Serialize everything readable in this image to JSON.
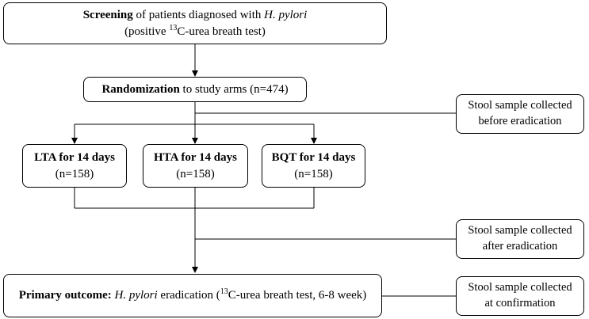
{
  "screening": {
    "bold": "Screening",
    "text_a": " of patients diagnosed with ",
    "species": "H. pylori",
    "line2_a": "(positive ",
    "isotope": "13",
    "line2_b": "C-urea breath test)"
  },
  "randomization": {
    "bold": "Randomization",
    "text": " to study arms (n=474)"
  },
  "arms": [
    {
      "title": "LTA for 14 days",
      "n": "(n=158)"
    },
    {
      "title": "HTA for 14 days",
      "n": "(n=158)"
    },
    {
      "title": "BQT for 14 days",
      "n": "(n=158)"
    }
  ],
  "outcome": {
    "bold": "Primary outcome:",
    "species": "H. pylori",
    "text_a": " eradication (",
    "isotope": "13",
    "text_b": "C-urea breath test, 6-8 week)"
  },
  "samples": [
    {
      "line1": "Stool sample collected",
      "line2": "before eradication"
    },
    {
      "line1": "Stool sample collected",
      "line2": "after eradication"
    },
    {
      "line1": "Stool sample collected",
      "line2": "at confirmation"
    }
  ]
}
